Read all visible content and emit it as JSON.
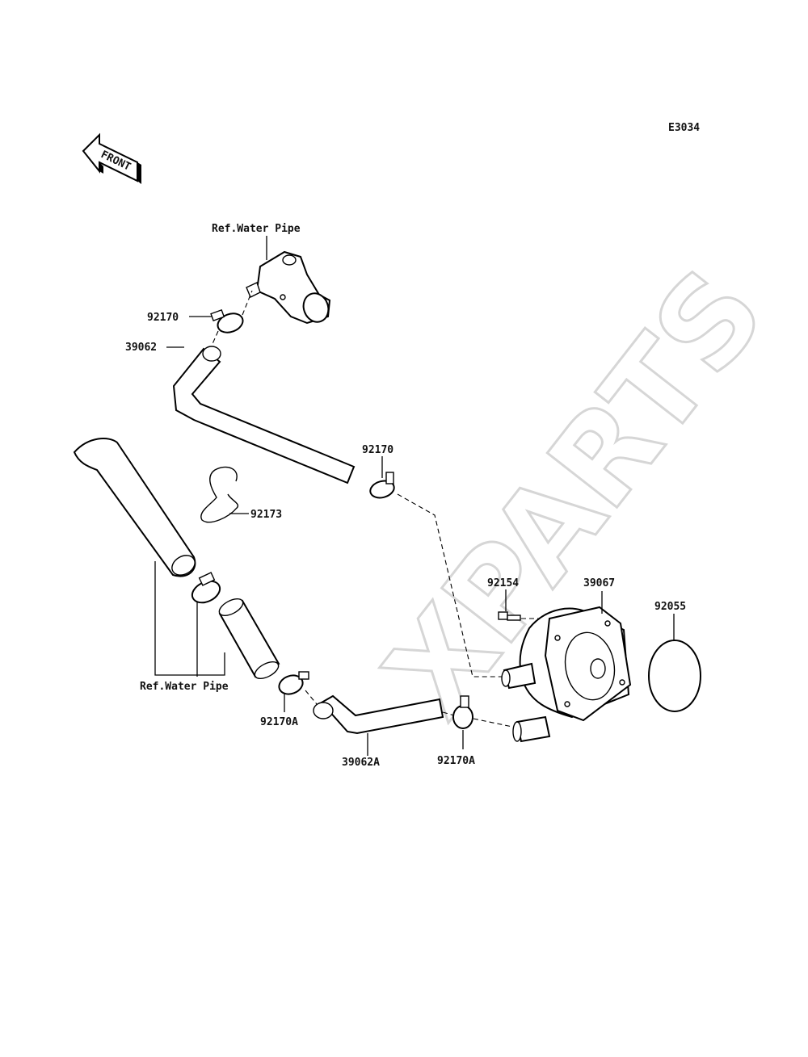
{
  "diagram_code": "E3034",
  "front_label": "FRONT",
  "watermark": "XPARTS",
  "labels": {
    "ref_water_pipe_top": "Ref.Water Pipe",
    "ref_water_pipe_bottom": "Ref.Water Pipe",
    "clamp_92170_upper": "92170",
    "hose_39062": "39062",
    "clamp_92170_mid": "92170",
    "clip_92173": "92173",
    "bolt_92154": "92154",
    "oil_cooler_39067": "39067",
    "oring_92055": "92055",
    "clamp_92170A_left": "92170A",
    "hose_39062A": "39062A",
    "clamp_92170A_right": "92170A"
  },
  "icons": {
    "front_arrow": "front-arrow-icon",
    "watermark": "xparts-watermark"
  }
}
